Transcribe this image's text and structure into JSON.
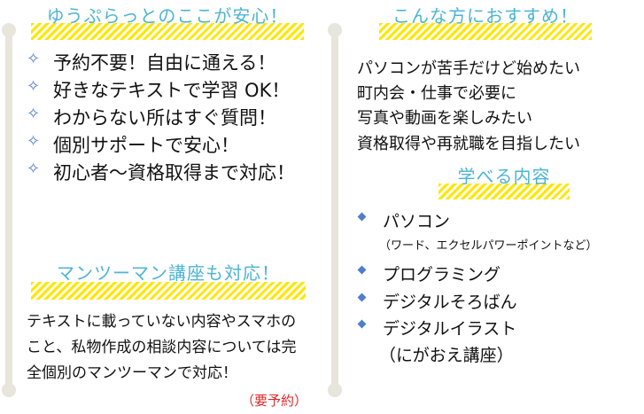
{
  "left": {
    "heading": "ゆうぷらっとのここが安心！",
    "items": [
      "予約不要！自由に通える！",
      "好きなテキストで学習 OK！",
      "わからない所はすぐ質問！",
      "個別サポートで安心！",
      "初心者～資格取得まで対応！"
    ],
    "heading2": "マンツーマン講座も対応！",
    "paragraph": [
      "テキストに載っていない内容やスマホの",
      "こと、私物作成の相談内容については完",
      "全個別のマンツーマンで対応！"
    ],
    "note": "（要予約）"
  },
  "right": {
    "heading": "こんな方におすすめ！",
    "targets": [
      "パソコンが苦手だけど始めたい",
      "町内会・仕事で必要に",
      "写真や動画を楽しみたい",
      "資格取得や再就職を目指したい"
    ],
    "heading2": "学べる内容",
    "courses": [
      {
        "label": "パソコン",
        "sub": "（ワード、エクセルパワーポイントなど）"
      },
      {
        "label": "プログラミング"
      },
      {
        "label": "デジタルそろばん"
      },
      {
        "label": "デジタルイラスト",
        "sub": "（にがおえ講座）"
      }
    ]
  },
  "colors": {
    "heading": "#4cb4d2",
    "stripe": "#ffe600",
    "note": "#e0262a",
    "bullet": "#4f7fc9"
  }
}
